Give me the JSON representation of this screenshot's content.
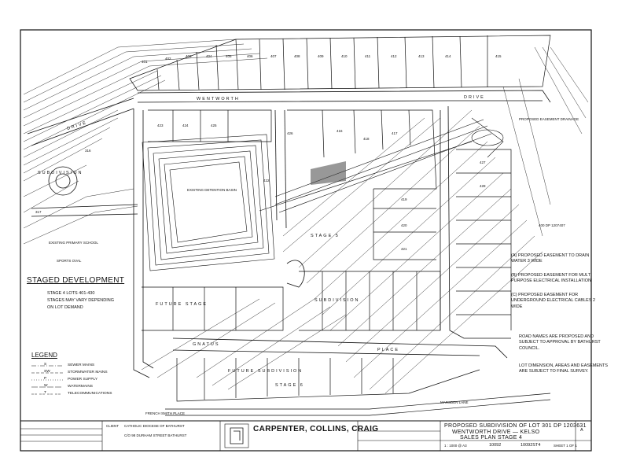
{
  "plan": {
    "lots_top": [
      "401",
      "402",
      "403",
      "404",
      "405",
      "406",
      "407",
      "408",
      "409",
      "410",
      "411",
      "412",
      "413",
      "414",
      "415"
    ],
    "lots_mid": [
      "423",
      "424",
      "425",
      "416",
      "417",
      "418"
    ],
    "lots_east": [
      "419",
      "420",
      "421",
      "422",
      "426",
      "427",
      "428"
    ],
    "streets": {
      "wentworth": "WENTWORTH",
      "drive": "DRIVE",
      "subdivision_west": "SUBDIVISION",
      "drive_west": "DRIVE",
      "place_south": "PLACE",
      "gnatus": "GNATUS",
      "future_subdivision": "FUTURE SUBDIVISION",
      "stage_5": "STAGE 5",
      "stage_6": "STAGE 6",
      "future_stage": "FUTURE STAGE",
      "french_smith_place": "FRENCH SMITH PLACE",
      "marsden_lane": "MARSDEN LANE",
      "subdivision_mid": "SUBDIVISION"
    },
    "labels": {
      "basin": "EXISTING DETENTION BASIN",
      "school": "EXISTING PRIMARY SCHOOL",
      "sports_oval": "SPORTS OVAL",
      "dp_ref": "400 DP 1207407",
      "easement_top": "PROPOSED EASEMENT DRAINAGE",
      "lot_317": "317",
      "lot_316": "316"
    }
  },
  "staged": {
    "heading": "STAGED DEVELOPMENT",
    "line1": "STAGE 4 LOTS 401-430",
    "line2": "STAGES MAY VARY DEPENDING",
    "line3": "ON LOT DEMAND"
  },
  "legend": {
    "title": "LEGEND",
    "items": [
      {
        "code": "S",
        "label": "SEWER MAINS"
      },
      {
        "code": "SW",
        "label": "STORMWATER MAINS"
      },
      {
        "code": "P",
        "label": "POWER SUPPLY"
      },
      {
        "code": "W",
        "label": "WATERMAINS"
      },
      {
        "code": "T",
        "label": "TELECOMMUNICATIONS"
      }
    ]
  },
  "notes": {
    "easement_a": "(A) PROPOSED EASEMENT TO DRAIN WATER 3 WIDE",
    "easement_b": "(B) PROPOSED EASEMENT FOR MULTI PURPOSE ELECTRICAL INSTALLATION",
    "easement_c": "(C) PROPOSED EASEMENT FOR UNDERGROUND ELECTRICAL CABLES 2 WIDE",
    "road_names": "ROAD NAMES ARE PROPOSED AND SUBJECT TO APPROVAL BY BATHURST COUNCIL.",
    "lot_dims": "LOT DIMENSION, AREAS AND EASEMENTS ARE SUBJECT TO FINAL SURVEY."
  },
  "titleblock": {
    "firm": "CARPENTER, COLLINS, CRAIG",
    "client_label": "CLIENT",
    "client": "CATHOLIC DIOCESE OF BATHURST",
    "address_line": "C/O 98 DURHAM STREET BATHURST",
    "title_line1": "PROPOSED SUBDIVISION OF LOT 301 DP 1203631",
    "title_line2": "WENTWORTH DRIVE — KELSO",
    "title_line3": "SALES PLAN STAGE 4",
    "scale": "1 : 1000 @ A3",
    "job_no": "10092",
    "drawing_no": "10092ST4",
    "sheet": "SHEET 1 OF 1",
    "rev": "A"
  }
}
